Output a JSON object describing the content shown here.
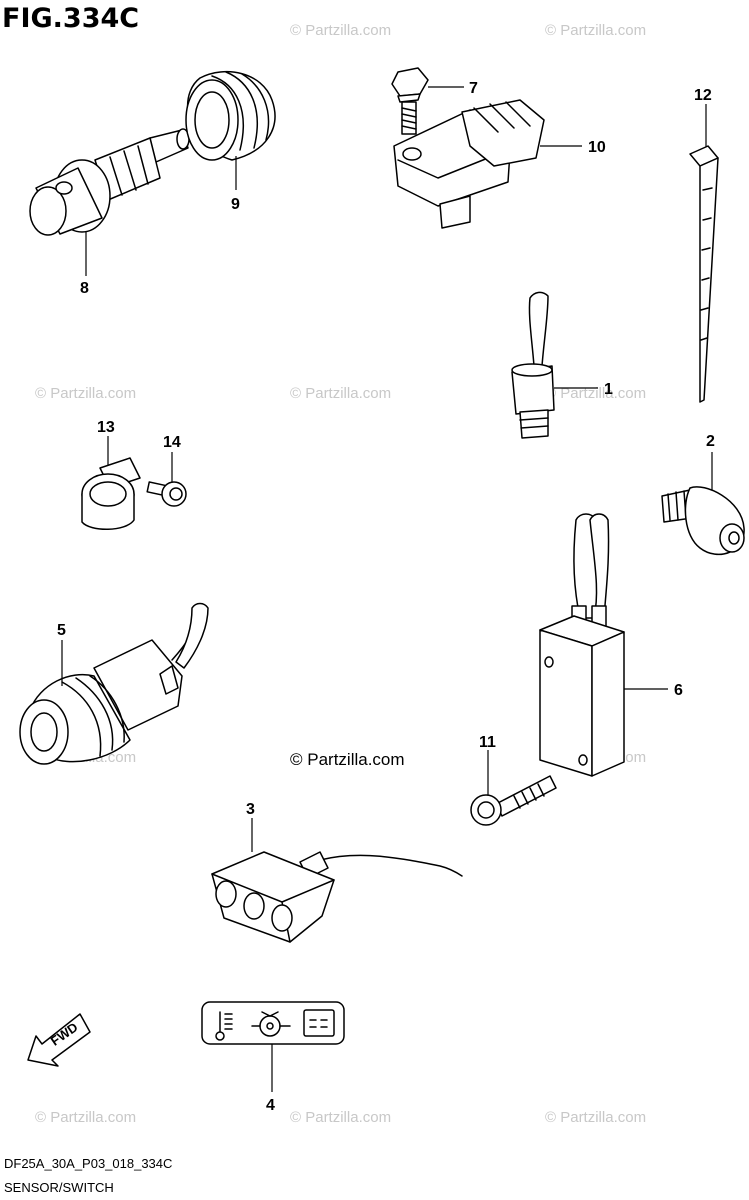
{
  "figure": {
    "title": "FIG.334C",
    "code": "DF25A_30A_P03_018_334C",
    "caption": "SENSOR/SWITCH"
  },
  "watermark": {
    "text": "© Partzilla.com",
    "main_text": "© Partzilla.com"
  },
  "fwd_label": "FWD",
  "callouts": [
    "1",
    "2",
    "3",
    "4",
    "5",
    "6",
    "7",
    "8",
    "9",
    "10",
    "11",
    "12",
    "13",
    "14"
  ],
  "colors": {
    "ink": "#000000",
    "watermark": "#c8c8c8",
    "background": "#ffffff"
  }
}
